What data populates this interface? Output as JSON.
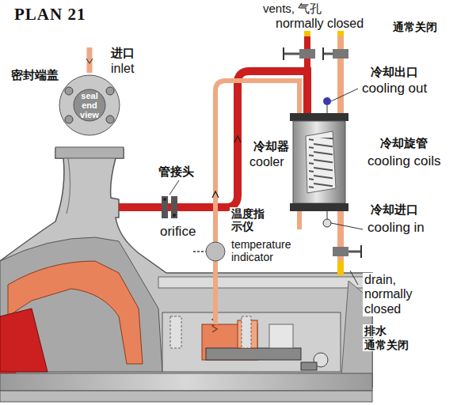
{
  "diagram": {
    "title": "PLAN 21",
    "nodes": [
      {
        "text": [
          "seal end view"
        ]
      }
    ],
    "labels": [
      "进口",
      "inlet",
      "密封端盖",
      "vents, 气孔",
      "normally closed",
      "通常关闭",
      "冷却出口",
      "cooling out",
      "冷却器",
      "cooler",
      "冷却旋管",
      "cooling coils",
      "管接头",
      "orifice",
      "温度指示仪",
      "temperature indicator",
      "冷却进口",
      "cooling in",
      "drain, normally closed",
      "排水",
      "通常关闭"
    ]
  }
}
